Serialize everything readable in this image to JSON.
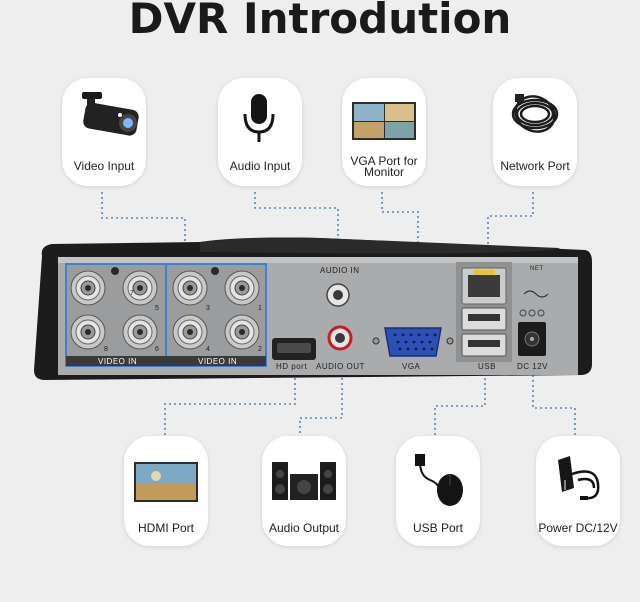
{
  "title": "DVR Introdution",
  "cards": {
    "video_input": "Video Input",
    "audio_input": "Audio Input",
    "vga_port": "VGA Port for Monitor",
    "network_port": "Network Port",
    "hdmi_port": "HDMI Port",
    "audio_output": "Audio Output",
    "usb_port": "USB Port",
    "power": "Power DC/12V"
  },
  "panel": {
    "video_in_left": "VIDEO IN",
    "video_in_right": "VIDEO IN",
    "audio_in": "AUDIO IN",
    "audio_out": "AUDIO OUT",
    "hd_port": "HD port",
    "vga": "VGA",
    "usb": "USB",
    "dc12v": "DC 12V",
    "net": "NET",
    "channels": [
      "7",
      "5",
      "3",
      "1",
      "8",
      "6",
      "4",
      "2"
    ]
  },
  "colors": {
    "connector_line": "#5a86b8",
    "bnc_frame": "#3f7fd6",
    "vga_blue": "#2e4fb5",
    "rca_red": "#c41f1f"
  }
}
